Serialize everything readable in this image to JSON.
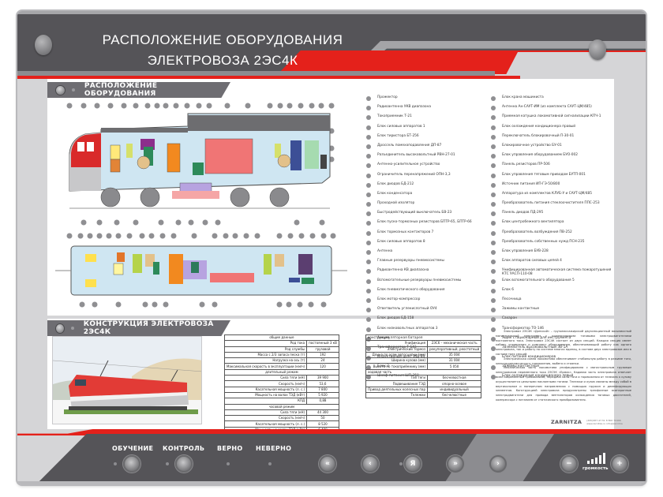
{
  "header": {
    "title_line1": "РАСПОЛОЖЕНИЕ ОБОРУДОВАНИЯ",
    "title_line2": "ЭЛЕКТРОВОЗА 2ЭС4К"
  },
  "colors": {
    "panel_dark": "#555458",
    "accent_red": "#e4211b",
    "panel_light": "#d5d5d7"
  },
  "section_equipment": {
    "title": "РАСПОЛОЖЕНИЕ ОБОРУДОВАНИЯ"
  },
  "legend": {
    "column1": [
      "Прожектор",
      "Радиоантенна УКВ диапазона",
      "Токоприемник Т-21",
      "Блок силовых аппаратов 1",
      "Блок тиристора БТ-256",
      "Дроссель помехоподавления ДП-87",
      "Разъединитель высоковольтный РВН-27-01",
      "Антенно-усилительное устройство",
      "Ограничитель перенапряжений ОПН-3,3",
      "Блок диодов БД-212",
      "Блок конденсатора",
      "Проходной изолятор",
      "Быстродействующий выключатель БВ-23",
      "Блок пуско-тормозных резисторов БПТР-65, БПТР-66",
      "Блок тормозных контакторов 7",
      "Блок силовых аппаратов 8",
      "Антенна",
      "Главные резервуары пневмосистемы",
      "Радиоантенна КВ диапазона",
      "Вспомогательные резервуары пневмосистемы",
      "Блок пневматического оборудования",
      "Блок мотор-компрессор",
      "Ответвитель углекислотный ОУ4",
      "Блок диодов БД-158",
      "Блок низковольтных аппаратов 3",
      "Аккумуляторная батарея",
      "Трансформатор Т-143",
      "Индуктивный шунт ИШ-84",
      "Блок 2",
      "Шкаф питания ШП-250"
    ],
    "column2": [
      "Блок крана машиниста",
      "Антенна Ан-САУТ-ИМ (из комплекта САУТ-ЦМ/485)",
      "Приемная катушка локомотивной сигнализации КПЧ-1",
      "Блок охлаждения кондиционера правый",
      "Переключатель блокировочный П-30-01",
      "Блокировочное устройство БУ-01",
      "Блок управления оборудованием БУО-002",
      "Панель резисторов ПР-506",
      "Блок управления тяговым приводом БУТП-001",
      "Источник питания ИП-ГЭ-50/800",
      "Аппаратура из комплектов КЛУБ-У и САУТ-ЦМ/485",
      "Преобразователь питания стеклоочистителя ППС-253",
      "Панель диодов ПД-295",
      "Блок центробежного вентилятора",
      "Преобразователь возбуждения ПВ-252",
      "Преобразователь собственных нужд ПСН-235",
      "Блок управления БУВ-228",
      "Блок аппаратов силовых цепей 4",
      "Унифицированная автоматическая система пожаротушения КТС УАСП-110-08",
      "Блок вспомогательного оборудования 5",
      "Блок 6",
      "Песочница",
      "Зажимы контактные",
      "Сахарон",
      "Трансформатор ТО-146",
      "Ящик стационарный для инструмента",
      "Заземлитель высоковольтный ЗВ-1А",
      "Блок питания кондиционеров",
      "Зажимы контактные",
      "Блок охлаждения кондиционера левый"
    ]
  },
  "section_construction": {
    "title": "КОНСТРУКЦИЯ ЭЛЕКТРОВОЗА 2ЭС4К"
  },
  "spec_table_left": {
    "header": "общие данные",
    "rows": [
      [
        "Род тока",
        "постоянный 3 кВ"
      ],
      [
        "Род службы",
        "грузовой"
      ],
      [
        "Масса с 2/3 запаса песка (т)",
        "192"
      ],
      [
        "Нагрузка на ось (т)",
        "24"
      ],
      [
        "Максимальная скорость в эксплуатации (км/ч)",
        "120"
      ]
    ],
    "long_mode_header": "длительный режим",
    "long_mode_rows": [
      [
        "Сила тяги (кН)",
        "39 900"
      ],
      [
        "Скорость (км/ч)",
        "53,6"
      ],
      [
        "Касательная мощность (л. с.)",
        "7 800"
      ],
      [
        "Мощность на валах ТЭД (кВт)",
        "5 920"
      ],
      [
        "КПД",
        "0,88"
      ]
    ],
    "hour_mode_header": "часовой режим",
    "hour_mode_rows": [
      [
        "Сила тяги (кН)",
        "44 300"
      ],
      [
        "Скорость (км/ч)",
        "50"
      ],
      [
        "Касательная мощность (л. с.)",
        "8 520"
      ],
      [
        "Мощность на валах ТЭД (кВт)",
        "6 400"
      ]
    ]
  },
  "spec_table_right": {
    "header": "конструкция",
    "rows": [
      [
        "Унификация",
        "2ЭС6 – механическая часть"
      ],
      [
        "Электрический тормоз",
        "рекуперативный, реостатный"
      ],
      [
        "Длина по осям автосцепки (мм)",
        "35 004"
      ],
      [
        "Ширина кузова (мм)",
        "31 004"
      ],
      [
        "Высота по токоприёмнику (мм)",
        "5 050"
      ]
    ],
    "chassis_header": "ходовая часть",
    "chassis_rows": [
      [
        "Тип тяги",
        "бесчелюстная"
      ],
      [
        "Подвешивание ТЭД",
        "опорно-осевое"
      ],
      [
        "Привод деятельных колесных пар",
        "индивидуальный"
      ],
      [
        "Тележки",
        "бесчелюстные"
      ]
    ]
  },
  "description": {
    "paragraphs": [
      "Электровоз 2ЭС4К «Донской» – грузопассажирский двухсекционный восьмиосный магистральный электровоз с коллекторными тяговыми электродвигателями постоянного тока. Электровоз 2ЭС4К состоит из двух секций. Каждая секция имеет кабину управления и комплект оборудования, обеспечивающий работу как одного электровоза, так и работу по системе многих единиц, в составе двух электровозов или в составе трех секций.",
      "Электрическая схема локомотива обеспечивает стабильную работу в режиме тяги, электродинамического торможения, выбега и стоянки.",
      "Механическая часть локомотива унифицирована с магистральным грузовым электровозом переменного тока 2ЭС5К «Ермак». Кадовая часть электровоза отвечает всем современным требованиям; передача силы тяги и торможения от тележек к кузову осуществляется цельными наклонными тягами. Тележки и кузов связаны между собой в вертикальном и поперечном направлениях с помощью пружин и демпфирующих элементов. Конструкцией электровоза предусмотрены трехфазные асинхронные электродвигатели для привода вентиляторов охлаждения тяговых двигателей, компрессора с питанием от статического преобразователя."
    ]
  },
  "brand": {
    "name": "ZARNITZA",
    "contact_line1": "(495)987-47-51   8 800 70466",
    "contact_line2": "www.zarnitza.ru   info@zarnitza"
  },
  "footer": {
    "mode_training": "ОБУЧЕНИЕ",
    "mode_control": "КОНТРОЛЬ",
    "status_correct": "ВЕРНО",
    "status_wrong": "НЕВЕРНО",
    "volume_label": "громкость",
    "icons": {
      "rewind": "«",
      "prev": "‹",
      "language": "Я",
      "fast_forward": "»",
      "next": "›",
      "volume_down": "−",
      "volume_up": "+"
    }
  }
}
